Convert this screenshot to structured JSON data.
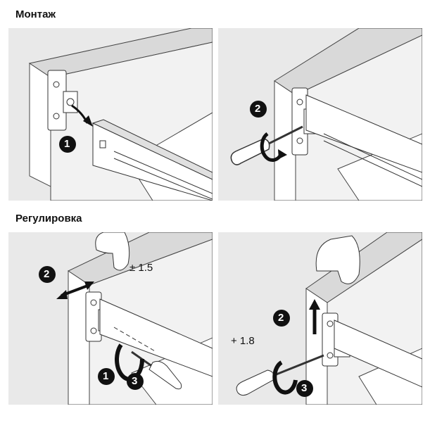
{
  "headings": {
    "mounting": "Монтаж",
    "adjustment": "Регулировка"
  },
  "panels": {
    "mount_1": {
      "step": "1"
    },
    "mount_2": {
      "step": "2"
    },
    "adjust_1": {
      "step_a": "2",
      "step_b": "1",
      "step_c": "3",
      "value": "± 1.5"
    },
    "adjust_2": {
      "step_a": "2",
      "step_b": "3",
      "value": "+ 1.8"
    }
  },
  "colors": {
    "panel_bg": "#e9e9e9",
    "line": "#333333",
    "badge": "#111111"
  }
}
